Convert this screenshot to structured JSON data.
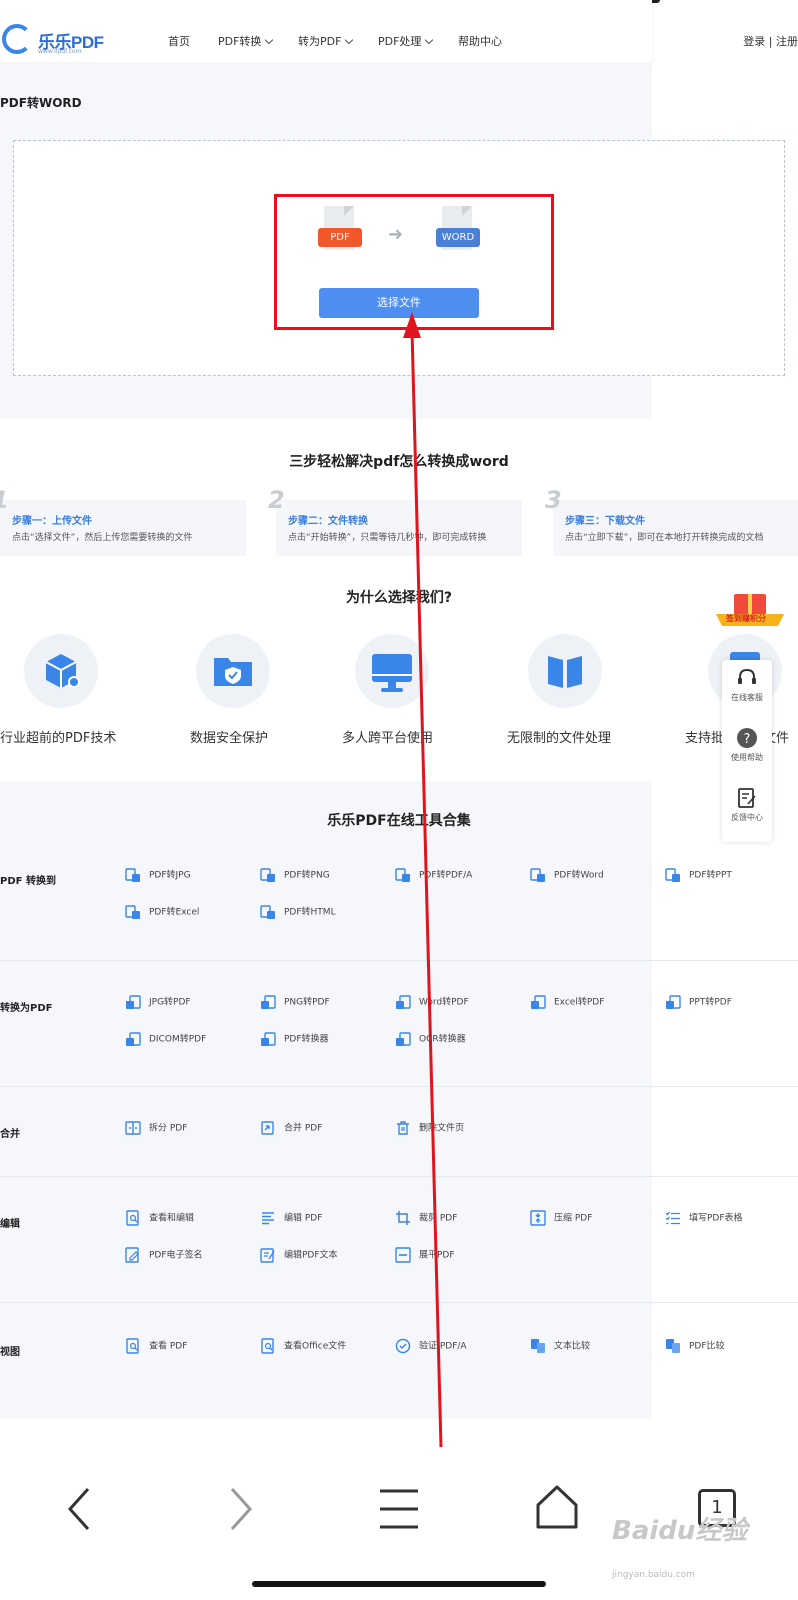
{
  "header": {
    "logo_text": "乐乐PDF",
    "logo_sub": "www.llpdf.com",
    "nav": [
      "首页",
      "PDF转换",
      "转为PDF",
      "PDF处理",
      "帮助中心"
    ],
    "login": "登录 | 注册"
  },
  "page_title": "PDF转WORD",
  "upload": {
    "from_badge": "PDF",
    "to_badge": "WORD",
    "button": "选择文件",
    "from_color": "#f0572a",
    "to_color": "#4a7fd6"
  },
  "steps_title": "三步轻松解决pdf怎么转换成word",
  "steps": [
    {
      "num": "1",
      "title": "步骤一：上传文件",
      "desc": "点击“选择文件”，然后上传您需要转换的文件"
    },
    {
      "num": "2",
      "title": "步骤二：文件转换",
      "desc": "点击“开始转换”，只需等待几秒钟，即可完成转换"
    },
    {
      "num": "3",
      "title": "步骤三：下载文件",
      "desc": "点击“立即下载”，即可在本地打开转换完成的文档"
    }
  ],
  "why_title": "为什么选择我们?",
  "features": [
    "行业超前的PDF技术",
    "数据安全保护",
    "多人跨平台使用",
    "无限制的文件处理",
    "支持批量处理文件"
  ],
  "tools_title": "乐乐PDF在线工具合集",
  "categories": [
    {
      "name": "PDF 转换到",
      "items": [
        "PDF转JPG",
        "PDF转PNG",
        "PDF转PDF/A",
        "PDF转Word",
        "PDF转PPT",
        "PDF转Excel",
        "PDF转HTML"
      ]
    },
    {
      "name": "转换为PDF",
      "items": [
        "JPG转PDF",
        "PNG转PDF",
        "Word转PDF",
        "Excel转PDF",
        "PPT转PDF",
        "DICOM转PDF",
        "PDF转换器",
        "OCR转换器"
      ]
    },
    {
      "name": "合并",
      "items": [
        "拆分 PDF",
        "合并 PDF",
        "删除文件页"
      ]
    },
    {
      "name": "编辑",
      "items": [
        "查看和编辑",
        "编辑 PDF",
        "裁剪 PDF",
        "压缩 PDF",
        "填写PDF表格",
        "PDF电子签名",
        "编辑PDF文本",
        "展平PDF"
      ]
    },
    {
      "name": "视图",
      "items": [
        "查看 PDF",
        "查看Office文件",
        "验证 PDF/A",
        "文本比较",
        "PDF比较"
      ]
    }
  ],
  "sidebar": {
    "gift": "签到赚积分",
    "items": [
      "在线客服",
      "使用帮助",
      "反馈中心"
    ]
  },
  "browser": {
    "tab_count": "1"
  },
  "watermark": {
    "brand": "Baidu经验",
    "url": "jingyan.baidu.com"
  },
  "accent_color": "#4e8ef0",
  "annotation_color": "#e0141e"
}
